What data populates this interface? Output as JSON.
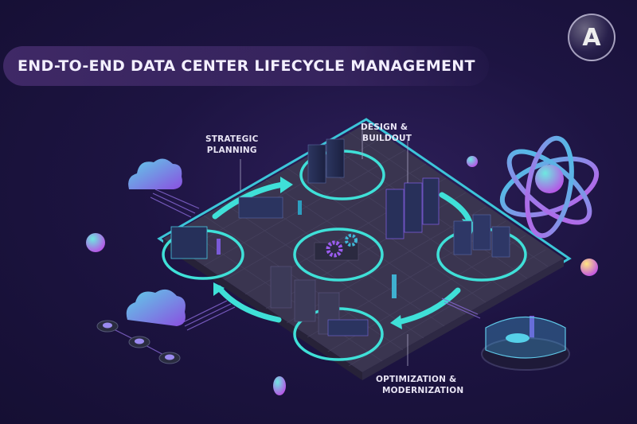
{
  "header": {
    "title": "END-TO-END DATA CENTER LIFECYCLE MANAGEMENT"
  },
  "logo": {
    "letter": "A",
    "icon": "bubble-logo-icon"
  },
  "stages": [
    {
      "line1": "STRATEGIC",
      "line2": "PLANNING"
    },
    {
      "line1": "DESIGN &",
      "line2": "BUILDOUT"
    },
    {
      "line1": "OPTIMIZATION &",
      "line2": "MODERNIZATION"
    }
  ],
  "colors": {
    "background": "#1d1442",
    "accent_cyan": "#3fe0d8",
    "accent_purple": "#9b5cf0",
    "platform": "#3b3650",
    "text": "#f3efff"
  }
}
